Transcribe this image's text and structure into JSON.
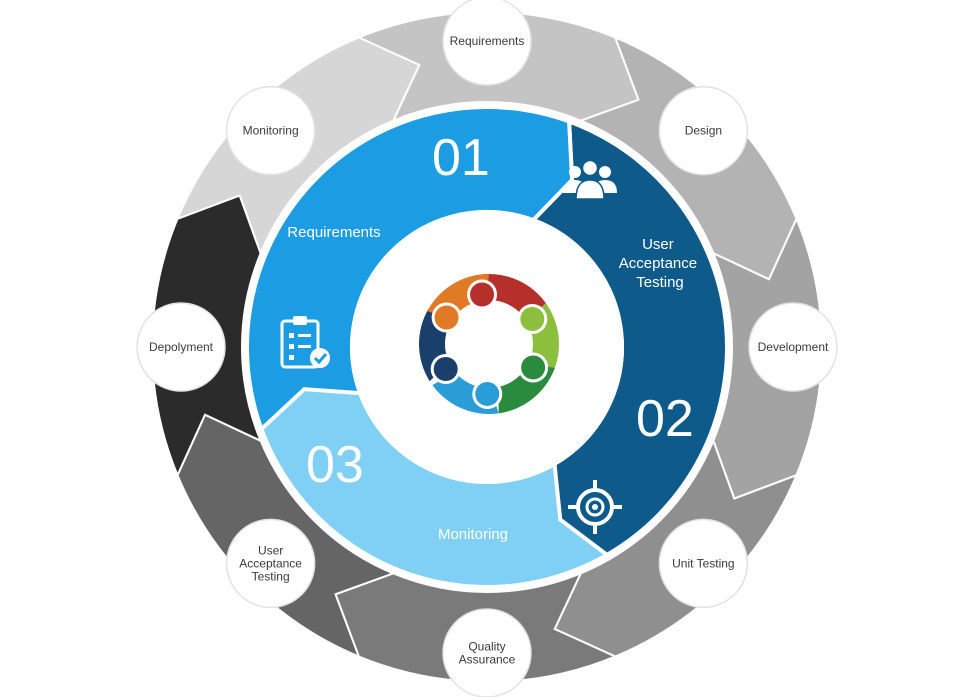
{
  "outer_cycle": {
    "steps": [
      {
        "lines": [
          "Requirements"
        ],
        "color": "#c4c4c4"
      },
      {
        "lines": [
          "Design"
        ],
        "color": "#b3b3b3"
      },
      {
        "lines": [
          "Development"
        ],
        "color": "#a3a3a3"
      },
      {
        "lines": [
          "Unit Testing"
        ],
        "color": "#8f8f8f"
      },
      {
        "lines": [
          "Quality",
          "Assurance"
        ],
        "color": "#7a7a7a"
      },
      {
        "lines": [
          "User",
          "Acceptance",
          "Testing"
        ],
        "color": "#656565"
      },
      {
        "lines": [
          "Depolyment"
        ],
        "color": "#2b2b2b"
      },
      {
        "lines": [
          "Monitoring"
        ],
        "color": "#d6d6d6"
      }
    ]
  },
  "inner_cycle": {
    "stages": [
      {
        "number": "01",
        "lines": [
          "Requirements"
        ],
        "color": "#1c9ce3",
        "icon": "clipboard-check-icon"
      },
      {
        "number": "02",
        "lines": [
          "User",
          "Acceptance",
          "Testing"
        ],
        "color": "#0e5a8a",
        "icon": "team-icon"
      },
      {
        "number": "03",
        "lines": [
          "Monitoring"
        ],
        "color": "#7fd0f4",
        "icon": "target-icon"
      }
    ]
  },
  "center": {
    "icon": "people-circle-logo-icon",
    "colors": [
      "#b5302a",
      "#8dbf3f",
      "#2a8a3d",
      "#2a9dd8",
      "#1b3f6b",
      "#e07a26"
    ]
  }
}
